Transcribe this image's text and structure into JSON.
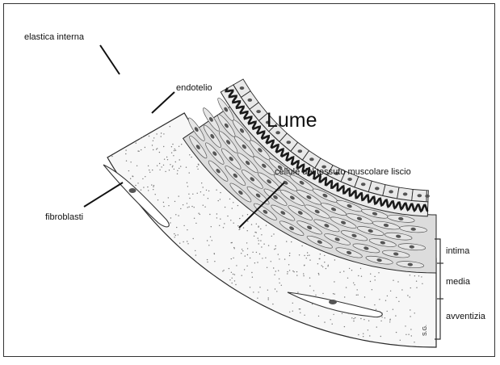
{
  "labels": {
    "lumen": "Lume",
    "elastica_interna": "elastica interna",
    "endotelio": "endotelio",
    "smooth_muscle": "cellule del tessuto muscolare liscio",
    "fibroblasti": "fibroblasti",
    "intima": "intima",
    "media": "media",
    "avventizia": "avventizia"
  },
  "signature": "S.G.",
  "colors": {
    "ink": "#2a2a2a",
    "cell_fill": "#e9e9e9",
    "nucleus": "#555555",
    "media_fill": "#dcdcdc",
    "stipple": "#777777"
  }
}
